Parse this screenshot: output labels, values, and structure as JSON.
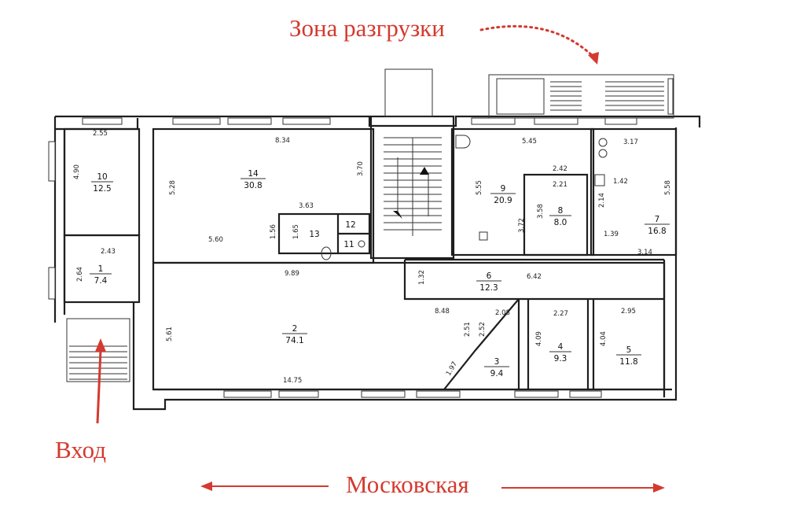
{
  "annotations": {
    "unloading_zone": "Зона разгрузки",
    "entrance": "Вход",
    "street": "Московская"
  },
  "accent_color": "#d43a2f",
  "rooms": [
    {
      "id": "room-1",
      "number": "1",
      "area": "7.4"
    },
    {
      "id": "room-2",
      "number": "2",
      "area": "74.1"
    },
    {
      "id": "room-3",
      "number": "3",
      "area": "9.4"
    },
    {
      "id": "room-4",
      "number": "4",
      "area": "9.3"
    },
    {
      "id": "room-5",
      "number": "5",
      "area": "11.8"
    },
    {
      "id": "room-6",
      "number": "6",
      "area": "12.3"
    },
    {
      "id": "room-7",
      "number": "7",
      "area": "16.8"
    },
    {
      "id": "room-8",
      "number": "8",
      "area": "8.0"
    },
    {
      "id": "room-9",
      "number": "9",
      "area": "20.9"
    },
    {
      "id": "room-10",
      "number": "10",
      "area": "12.5"
    },
    {
      "id": "room-11",
      "number": "11",
      "area": ""
    },
    {
      "id": "room-12",
      "number": "12",
      "area": ""
    },
    {
      "id": "room-13",
      "number": "13",
      "area": ""
    },
    {
      "id": "room-14",
      "number": "14",
      "area": "30.8"
    }
  ],
  "dimensions": [
    "2.55",
    "4.90",
    "8.34",
    "5.28",
    "3.70",
    "3.63",
    "5.60",
    "1.56",
    "1.65",
    "2.43",
    "2.64",
    "9.89",
    "5.61",
    "14.75",
    "8.48",
    "2.51",
    "2.52",
    "1.97",
    "1.32",
    "2.08",
    "6.42",
    "2.27",
    "2.95",
    "4.09",
    "4.04",
    "5.45",
    "5.55",
    "2.42",
    "2.21",
    "3.58",
    "3.72",
    "1.42",
    "2.14",
    "5.58",
    "3.17",
    "1.39",
    "3.14"
  ]
}
